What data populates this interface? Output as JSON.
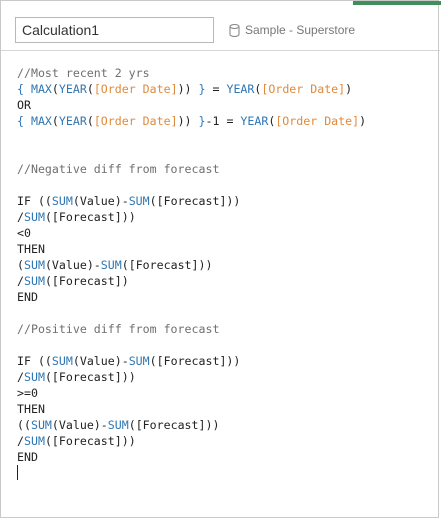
{
  "calc_name": "Calculation1",
  "datasource": {
    "label": "Sample - Superstore",
    "icon": "database-icon"
  },
  "colors": {
    "function": "#2f77b4",
    "field": "#e08a3c",
    "comment": "#6f6f6f",
    "text": "#222222"
  },
  "code": [
    [
      {
        "t": "//Most recent 2 yrs",
        "c": "comment"
      }
    ],
    [
      {
        "t": "{ ",
        "c": "op"
      },
      {
        "t": "MAX",
        "c": "fn"
      },
      {
        "t": "(",
        "c": "kw"
      },
      {
        "t": "YEAR",
        "c": "fn"
      },
      {
        "t": "(",
        "c": "kw"
      },
      {
        "t": "[Order Date]",
        "c": "field"
      },
      {
        "t": ")) ",
        "c": "kw"
      },
      {
        "t": "}",
        "c": "op"
      },
      {
        "t": " = ",
        "c": "kw"
      },
      {
        "t": "YEAR",
        "c": "fn"
      },
      {
        "t": "(",
        "c": "kw"
      },
      {
        "t": "[Order Date]",
        "c": "field"
      },
      {
        "t": ")",
        "c": "kw"
      }
    ],
    [
      {
        "t": "OR",
        "c": "kw"
      }
    ],
    [
      {
        "t": "{ ",
        "c": "op"
      },
      {
        "t": "MAX",
        "c": "fn"
      },
      {
        "t": "(",
        "c": "kw"
      },
      {
        "t": "YEAR",
        "c": "fn"
      },
      {
        "t": "(",
        "c": "kw"
      },
      {
        "t": "[Order Date]",
        "c": "field"
      },
      {
        "t": ")) ",
        "c": "kw"
      },
      {
        "t": "}",
        "c": "op"
      },
      {
        "t": "-1 = ",
        "c": "kw"
      },
      {
        "t": "YEAR",
        "c": "fn"
      },
      {
        "t": "(",
        "c": "kw"
      },
      {
        "t": "[Order Date]",
        "c": "field"
      },
      {
        "t": ")",
        "c": "kw"
      }
    ],
    [],
    [],
    [
      {
        "t": "//Negative diff from forecast",
        "c": "comment"
      }
    ],
    [],
    [
      {
        "t": "IF ((",
        "c": "kw"
      },
      {
        "t": "SUM",
        "c": "fn"
      },
      {
        "t": "(Value)-",
        "c": "kw"
      },
      {
        "t": "SUM",
        "c": "fn"
      },
      {
        "t": "([Forecast]))",
        "c": "kw"
      }
    ],
    [
      {
        "t": "/",
        "c": "kw"
      },
      {
        "t": "SUM",
        "c": "fn"
      },
      {
        "t": "([Forecast]))",
        "c": "kw"
      }
    ],
    [
      {
        "t": "<0",
        "c": "kw"
      }
    ],
    [
      {
        "t": "THEN",
        "c": "kw"
      }
    ],
    [
      {
        "t": "(",
        "c": "kw"
      },
      {
        "t": "SUM",
        "c": "fn"
      },
      {
        "t": "(Value)-",
        "c": "kw"
      },
      {
        "t": "SUM",
        "c": "fn"
      },
      {
        "t": "([Forecast]))",
        "c": "kw"
      }
    ],
    [
      {
        "t": "/",
        "c": "kw"
      },
      {
        "t": "SUM",
        "c": "fn"
      },
      {
        "t": "([Forecast])",
        "c": "kw"
      }
    ],
    [
      {
        "t": "END",
        "c": "kw"
      }
    ],
    [],
    [
      {
        "t": "//Positive diff from forecast",
        "c": "comment"
      }
    ],
    [],
    [
      {
        "t": "IF ((",
        "c": "kw"
      },
      {
        "t": "SUM",
        "c": "fn"
      },
      {
        "t": "(Value)-",
        "c": "kw"
      },
      {
        "t": "SUM",
        "c": "fn"
      },
      {
        "t": "([Forecast]))",
        "c": "kw"
      }
    ],
    [
      {
        "t": "/",
        "c": "kw"
      },
      {
        "t": "SUM",
        "c": "fn"
      },
      {
        "t": "([Forecast]))",
        "c": "kw"
      }
    ],
    [
      {
        "t": ">=0",
        "c": "kw"
      }
    ],
    [
      {
        "t": "THEN",
        "c": "kw"
      }
    ],
    [
      {
        "t": "((",
        "c": "kw"
      },
      {
        "t": "SUM",
        "c": "fn"
      },
      {
        "t": "(Value)-",
        "c": "kw"
      },
      {
        "t": "SUM",
        "c": "fn"
      },
      {
        "t": "([Forecast]))",
        "c": "kw"
      }
    ],
    [
      {
        "t": "/",
        "c": "kw"
      },
      {
        "t": "SUM",
        "c": "fn"
      },
      {
        "t": "([Forecast]))",
        "c": "kw"
      }
    ],
    [
      {
        "t": "END",
        "c": "kw"
      }
    ]
  ]
}
